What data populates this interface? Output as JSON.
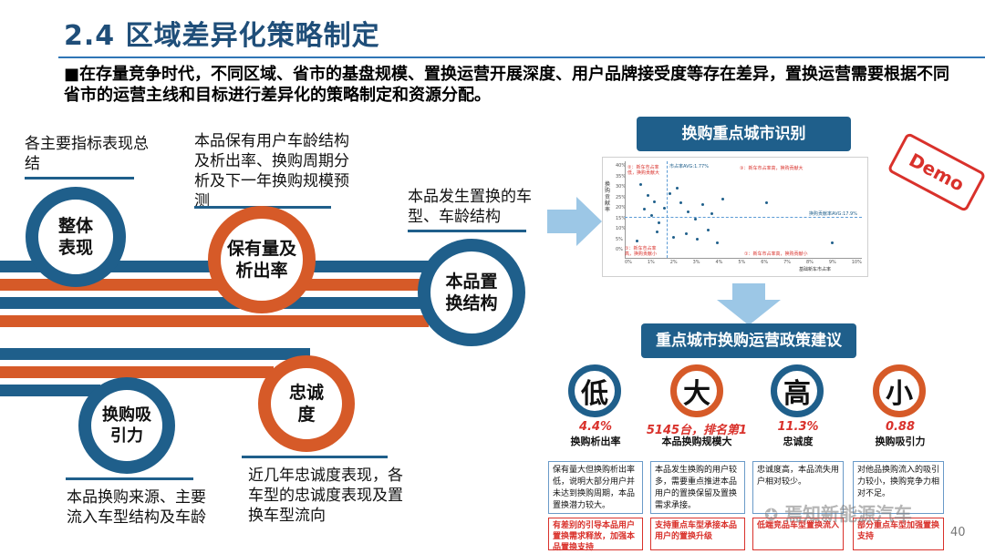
{
  "title": "2.4 区域差异化策略制定",
  "intro": "■在存量竞争时代，不同区域、省市的基盘规模、置换运营开展深度、用户品牌接受度等存在差异，置换运营需要根据不同省市的运营主线和目标进行差异化的策略制定和资源分配。",
  "steps": [
    {
      "label": "整体表现",
      "note": "各主要指标表现总结"
    },
    {
      "label": "保有量及析出率",
      "note": "本品保有用户车龄结构及析出率、换购周期分析及下一年换购规模预测"
    },
    {
      "label": "本品置换结构",
      "note": "本品发生置换的车型、车龄结构"
    },
    {
      "label": "忠诚度",
      "note": "近几年忠诚度表现，各车型的忠诚度表现及置换车型流向"
    },
    {
      "label": "换购吸引力",
      "note": "本品换购来源、主要流入车型结构及车龄"
    }
  ],
  "banner_top": "换购重点城市识别",
  "banner_mid": "重点城市换购运营政策建议",
  "demo": "Demo",
  "plot": {
    "q1": "②：新车市占率低，换购贡献大",
    "q2": "③：新车市占率高，换购贡献大",
    "q4": "①：新车市占率高，换购贡献小",
    "avg_x": "市占率AVG:1.77%",
    "avg_y": "换购贡献率AVG:17.9%",
    "xlabel": "基础新车市占率",
    "ylabel": "换购贡献率",
    "xticks": [
      "0%",
      "1%",
      "2%",
      "3%",
      "4%",
      "5%",
      "6%",
      "7%",
      "8%",
      "9%",
      "10%"
    ],
    "yticks": [
      "40%",
      "35%",
      "30%",
      "25%",
      "20%",
      "15%",
      "10%",
      "5%",
      "0%"
    ]
  },
  "policies": [
    {
      "char": "低",
      "value": "4.4%",
      "label": "换购析出率",
      "desc": "保有量大但换购析出率低，说明大部分用户并未达到换购周期，本品置换潜力较大。",
      "action": "有差别的引导本品用户置换需求释放，加强本品置换支持",
      "color": "#1f5f8b"
    },
    {
      "char": "大",
      "value": "5145台，排名第1",
      "label": "本品换购规模大",
      "desc": "本品发生换购的用户较多，需要重点推进本品用户的置换保留及置换需求承接。",
      "action": "支持重点车型承接本品用户的置换升级",
      "color": "#d65a28"
    },
    {
      "char": "高",
      "value": "11.3%",
      "label": "忠诚度",
      "desc": "忠诚度高，本品流失用户相对较少。",
      "action": "低端竞品车型置换流入",
      "color": "#1f5f8b"
    },
    {
      "char": "小",
      "value": "0.88",
      "label": "换购吸引力",
      "desc": "对他品换购流入的吸引力较小，换购竞争力相对不足。",
      "action": "部分重点车型加强置换支持",
      "color": "#d65a28"
    }
  ],
  "watermark": "焉知新能源汽车",
  "page_number": "40"
}
